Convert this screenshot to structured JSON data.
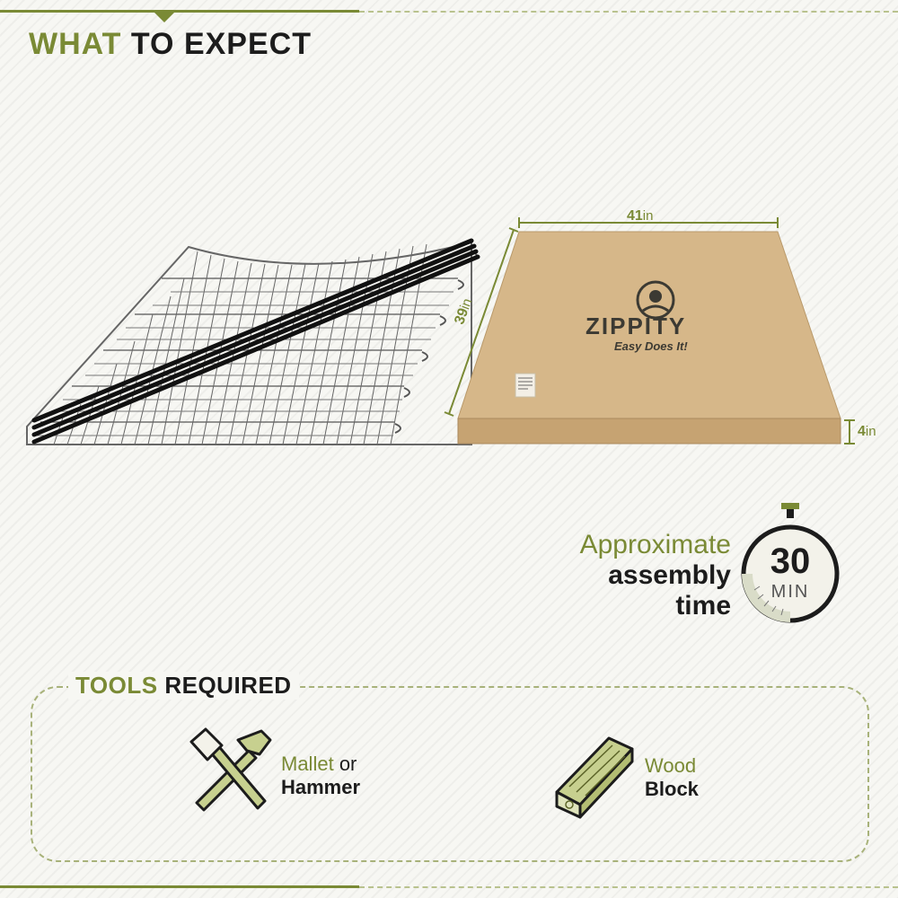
{
  "header": {
    "title_part1": "WHAT",
    "title_part2": "TO EXPECT"
  },
  "box": {
    "width_value": "41",
    "width_unit": "in",
    "height_value": "39",
    "height_unit": "in",
    "depth_value": "4",
    "depth_unit": "in",
    "brand": "ZIPPITY",
    "tagline": "Easy Does It!"
  },
  "assembly": {
    "line1": "Approximate",
    "line2": "assembly",
    "line3": "time",
    "minutes": "30",
    "unit": "MIN"
  },
  "tools": {
    "title_part1": "TOOLS",
    "title_part2": "REQUIRED",
    "items": [
      {
        "word1": "Mallet",
        "word2": "or",
        "word3": "Hammer",
        "icon": "mallet-hammer-icon"
      },
      {
        "word1": "Wood",
        "word3": "Block",
        "icon": "wood-block-icon"
      }
    ]
  },
  "colors": {
    "accent": "#7a8a35",
    "text": "#1c1c1c",
    "box": "#cfae7e"
  }
}
